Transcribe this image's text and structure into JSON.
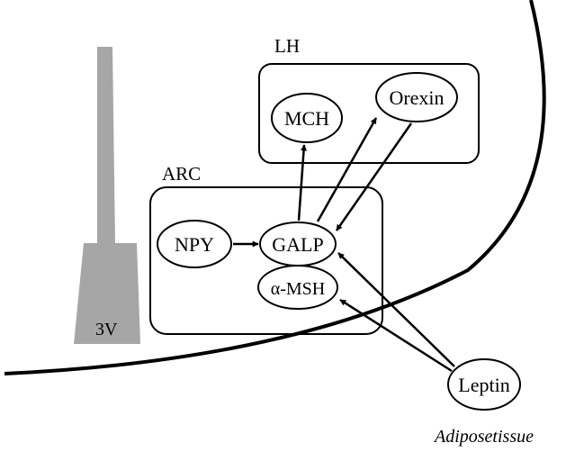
{
  "labels": {
    "third_ventricle": "3V",
    "lateral_hypothalamus": "LH",
    "arcuate_nucleus": "ARC",
    "adipose_tissue": "Adiposetissue"
  },
  "nodes": {
    "mch": "MCH",
    "orexin": "Orexin",
    "npy": "NPY",
    "galp": "GALP",
    "alpha_msh": "α-MSH",
    "leptin": "Leptin"
  },
  "colors": {
    "ventricle_fill": "#a6a6a6",
    "stroke": "#000000",
    "background": "#ffffff"
  }
}
